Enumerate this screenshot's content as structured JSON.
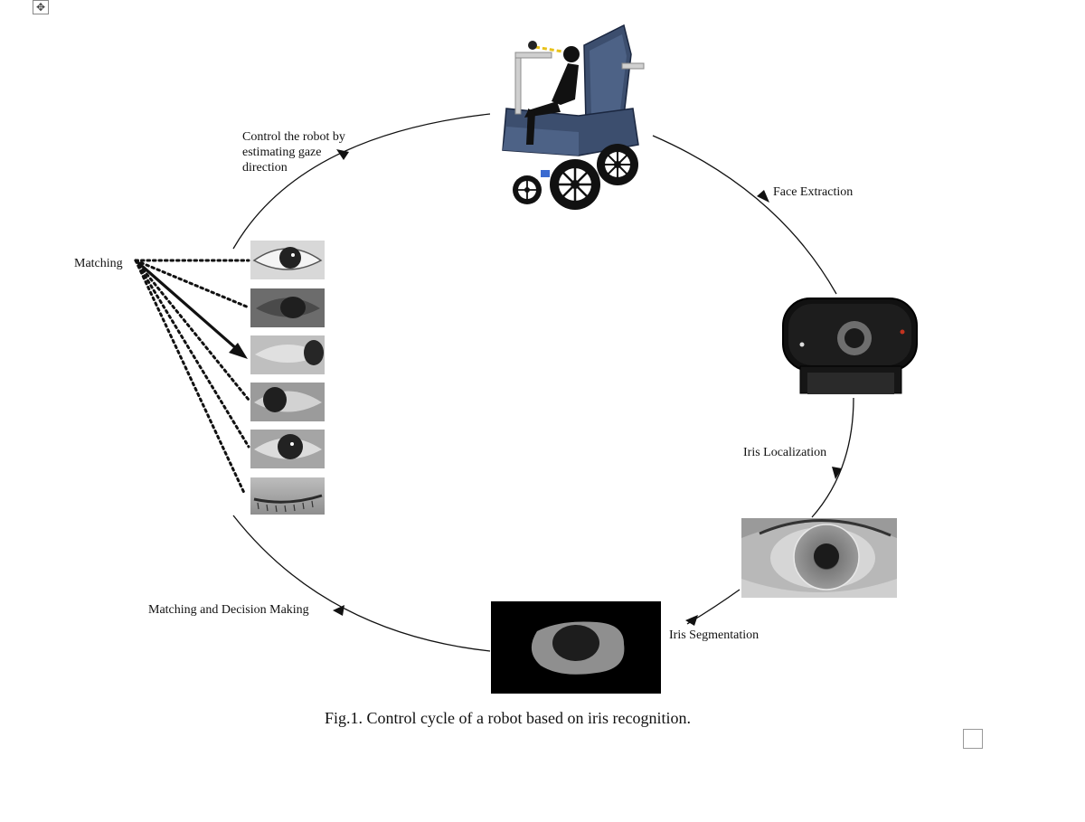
{
  "figure": {
    "caption": "Fig.1. Control cycle of a robot based on iris recognition."
  },
  "steps": {
    "control_line1": "Control the robot by",
    "control_line2": "estimating gaze",
    "control_line3": "direction",
    "face_extraction": "Face Extraction",
    "iris_localization": "Iris Localization",
    "iris_segmentation": "Iris Segmentation",
    "matching_decision": "Matching and Decision Making",
    "matching": "Matching"
  },
  "ui": {
    "move_handle_glyph": "✥"
  },
  "colors": {
    "wheelchair_body": "#3c4e6e",
    "camera_body": "#1a1a1a",
    "iris_gray": "#8a8a8a"
  }
}
